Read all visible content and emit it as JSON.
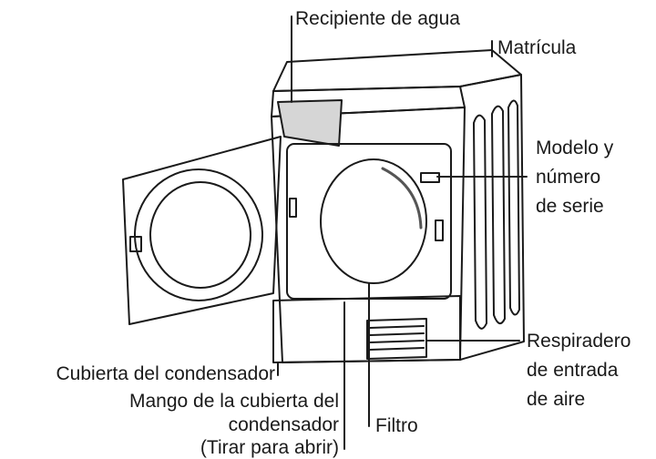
{
  "labels": {
    "water_container": "Recipiente de agua",
    "rating_plate": "Matrícula",
    "model_serial": [
      "Modelo y",
      "número",
      "de serie"
    ],
    "air_vent": [
      "Respiradero",
      "de entrada",
      "de aire"
    ],
    "condenser_cover": "Cubierta del condensador",
    "condenser_handle": [
      "Mango de la cubierta del",
      "condensador",
      "(Tirar para abrir)"
    ],
    "filter": "Filtro"
  },
  "colors": {
    "ink": "#1a1a1a",
    "shade": "#c8c8c8",
    "background": "#ffffff"
  }
}
